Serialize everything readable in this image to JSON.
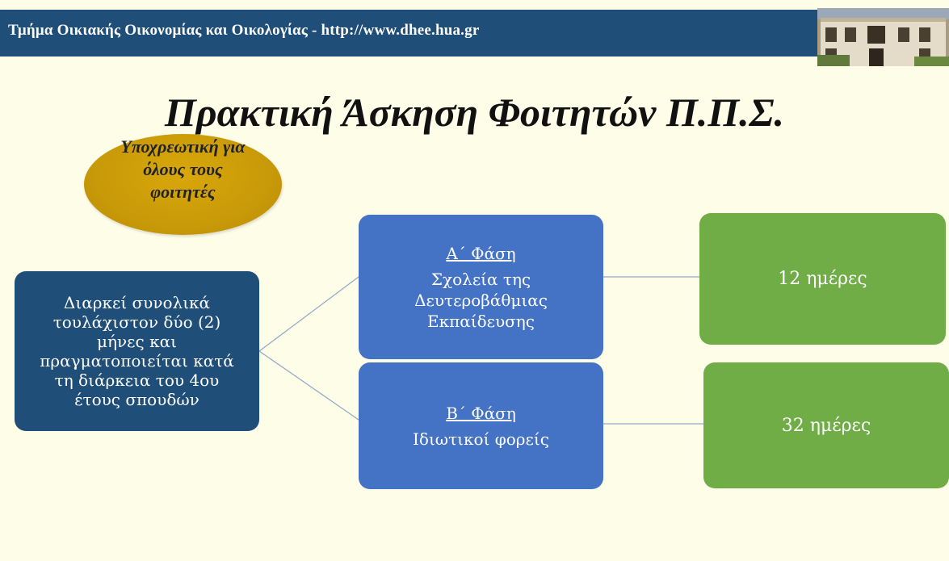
{
  "header": {
    "text": "Τμήμα Οικιακής Οικονομίας και Οικολογίας - http://www.dhee.hua.gr"
  },
  "slide_title": "Πρακτική Άσκηση Φοιτητών Π.Π.Σ.",
  "callout": {
    "line1": "Υποχρεωτική για",
    "line2": "όλους τους",
    "line3": "φοιτητές"
  },
  "root_box": {
    "lines": [
      "Διαρκεί συνολικά",
      "τουλάχιστον δύο (2)",
      "μήνες και",
      "πραγματοποιείται κατά",
      "τη διάρκεια του 4ου",
      "έτους σπουδών"
    ]
  },
  "phase_a": {
    "title": "Α΄ Φάση",
    "lines": [
      "Σχολεία της",
      "Δευτεροβάθμιας",
      "Εκπαίδευσης"
    ],
    "days": "12 ημέρες"
  },
  "phase_b": {
    "title": "Β΄ Φάση",
    "lines": [
      "Ιδιωτικοί φορείς"
    ],
    "days": "32 ημέρες"
  },
  "colors": {
    "header_bg": "#1f4e79",
    "root_box": "#1f4e79",
    "phase_box": "#4472c4",
    "days_box": "#70ad47",
    "callout": "#c99a08",
    "background": "#fdfde8"
  }
}
